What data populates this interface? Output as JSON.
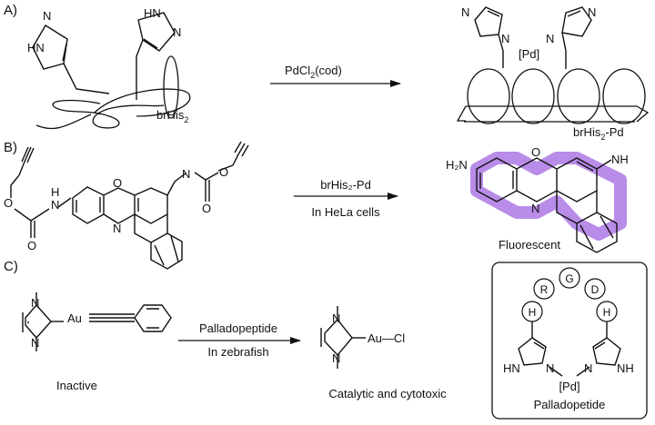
{
  "panels": {
    "a": {
      "label": "A)",
      "reactant_label_main": "brHis",
      "reactant_label_sub": "2",
      "reagent_main": "PdCl",
      "reagent_sub": "2",
      "reagent_tail": "(cod)",
      "product_label_main": "brHis",
      "product_label_sub": "2",
      "product_label_tail": "-Pd",
      "pd_label": "[Pd]",
      "atoms": {
        "hn": "HN",
        "n": "N"
      }
    },
    "b": {
      "label": "B)",
      "reagent_top": "brHis₂-Pd",
      "reagent_bottom": "In HeLa cells",
      "product_caption": "Fluorescent",
      "atoms": {
        "h": "H",
        "n": "N",
        "o": "O",
        "o_ring": "O",
        "n_ring": "N",
        "h2n": "H₂N",
        "nh": "NH"
      },
      "highlight_color": "#b07fe6"
    },
    "c": {
      "label": "C)",
      "reactant_caption": "Inactive",
      "reagent_top": "Palladopeptide",
      "reagent_bottom": "In zebrafish",
      "product_caption": "Catalytic and cytotoxic",
      "au_label": "Au",
      "au_cl_label": "Au—Cl",
      "atoms": {
        "n": "N"
      },
      "box": {
        "residues": [
          "H",
          "R",
          "G",
          "D",
          "H"
        ],
        "pd_label": "[Pd]",
        "caption": "Palladopetide",
        "atoms": {
          "hn": "HN",
          "n": "N",
          "nh": "NH"
        }
      }
    }
  }
}
